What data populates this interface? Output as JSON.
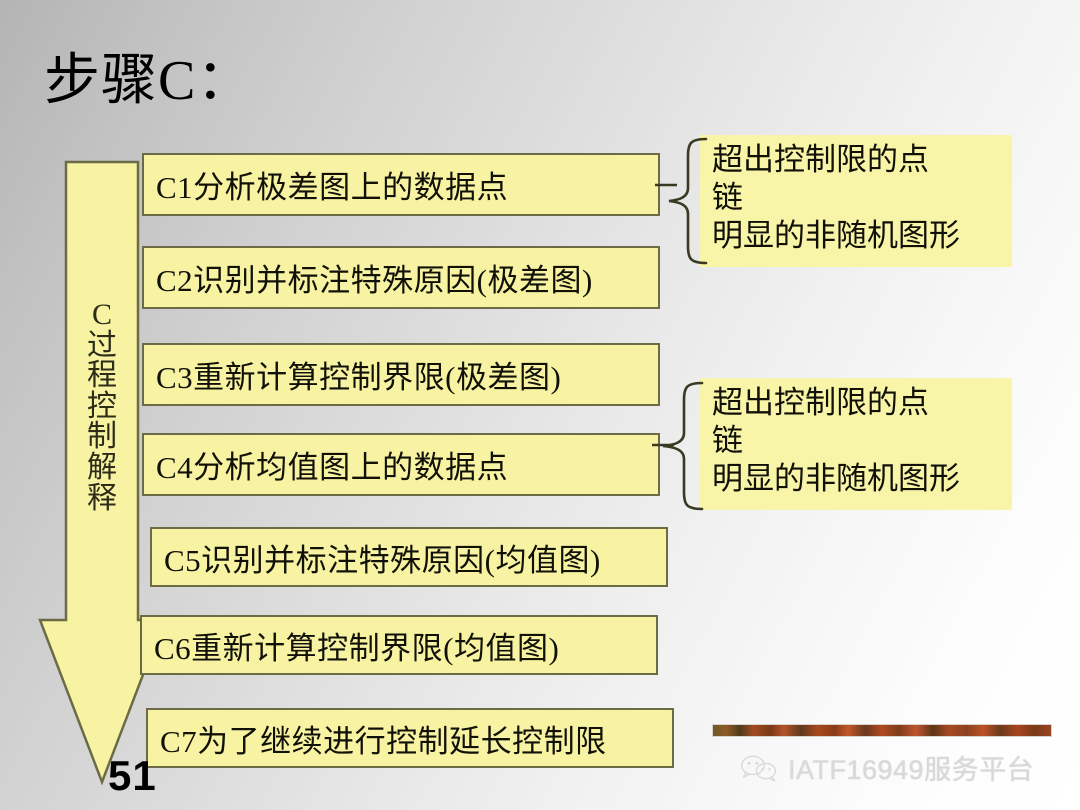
{
  "slide": {
    "title": "步骤C：",
    "page_number": "51",
    "background_gradient": {
      "from": "#b4b4b4",
      "to": "#ffffff",
      "direction": "diagonal top-left to bottom-right"
    }
  },
  "arrow": {
    "name": "process-flow-arrow",
    "fill": "#f7f3a3",
    "border": "#6b6b45",
    "vertical_label_chars": [
      "C",
      "过",
      "程",
      "控",
      "制",
      "解",
      "释"
    ],
    "vertical_label_text": "C过程控制解释"
  },
  "process_boxes": [
    {
      "id": "C1",
      "label": "C1分析极差图上的数据点"
    },
    {
      "id": "C2",
      "label": "C2识别并标注特殊原因(极差图)"
    },
    {
      "id": "C3",
      "label": "C3重新计算控制界限(极差图)"
    },
    {
      "id": "C4",
      "label": "C4分析均值图上的数据点"
    },
    {
      "id": "C5",
      "label": "C5识别并标注特殊原因(均值图)"
    },
    {
      "id": "C6",
      "label": "C6重新计算控制界限(均值图)"
    },
    {
      "id": "C7",
      "label": "C7为了继续进行控制延长控制限"
    }
  ],
  "callouts": [
    {
      "id": "callout-range-chart",
      "attached_to": "C1",
      "lines": [
        "超出控制限的点",
        "链",
        "明显的非随机图形"
      ]
    },
    {
      "id": "callout-average-chart",
      "attached_to": "C4",
      "lines": [
        "超出控制限的点",
        "链",
        "明显的非随机图形"
      ]
    }
  ],
  "watermark": {
    "text": "IATF16949服务平台",
    "icon": "wechat-icon"
  },
  "colors": {
    "box_fill": "#f7f3a3",
    "box_border": "#6b6b45",
    "callout_fill": "#f9f5a8",
    "text": "#111108"
  }
}
